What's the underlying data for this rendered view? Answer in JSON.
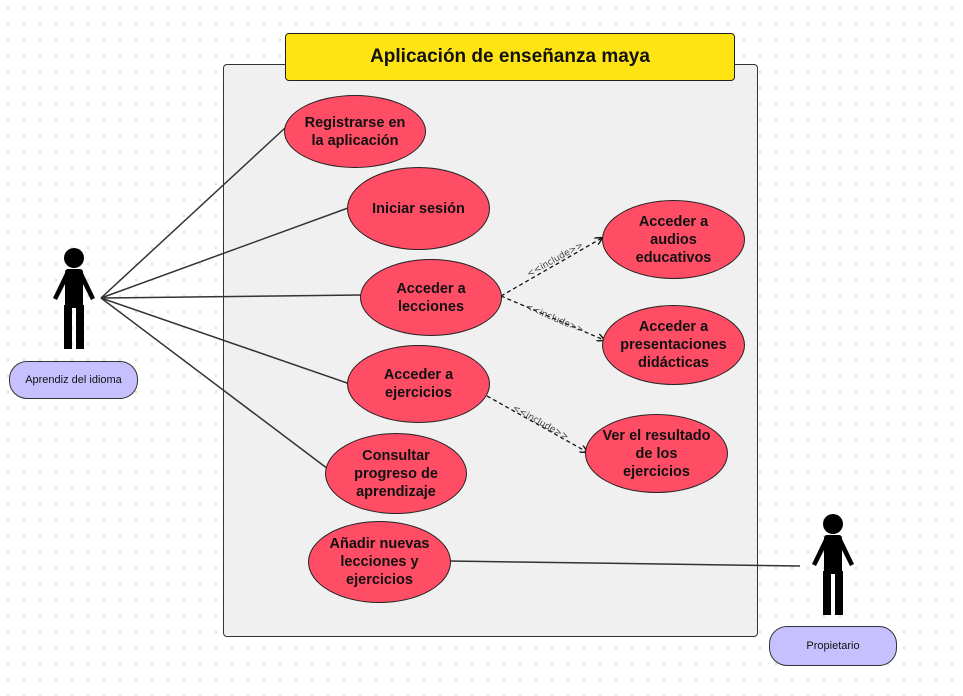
{
  "title": "Aplicación de enseñanza maya",
  "actors": {
    "learner": "Aprendiz del idioma",
    "owner": "Propietario"
  },
  "use_cases": {
    "register": "Registrarse en\nla aplicación",
    "login": "Iniciar sesión",
    "lessons": "Acceder a\nlecciones",
    "exercises": "Acceder a\nejercicios",
    "progress": "Consultar\nprogreso de\naprendizaje",
    "add_content": "Añadir nuevas\nlecciones y\nejercicios",
    "audios": "Acceder a\naudios\neducativos",
    "presentations": "Acceder a\npresentaciones\ndidácticas",
    "results": "Ver el resultado\nde los\nejercicios"
  },
  "include_label": "<<include>>",
  "colors": {
    "use_case_fill": "#ff4d65",
    "title_fill": "#ffe414",
    "actor_label_fill": "#c7c0ff",
    "boundary_fill": "#f0f0f0"
  }
}
